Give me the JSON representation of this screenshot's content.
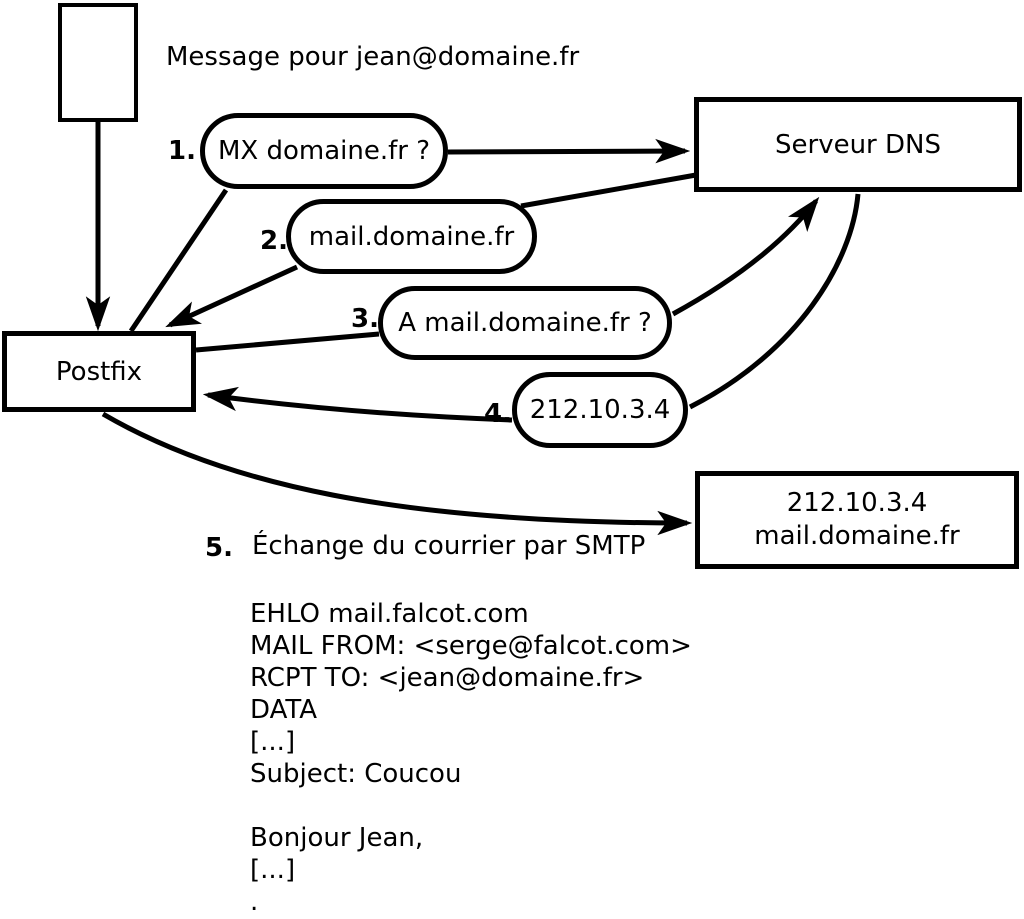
{
  "diagram": {
    "message_label": "Message pour jean@domaine.fr",
    "postfix_label": "Postfix",
    "dns_label": "Serveur DNS",
    "destination": {
      "ip": "212.10.3.4",
      "hostname": "mail.domaine.fr"
    },
    "steps": [
      {
        "number": "1.",
        "label": "MX domaine.fr ?"
      },
      {
        "number": "2.",
        "label": "mail.domaine.fr"
      },
      {
        "number": "3.",
        "label": "A mail.domaine.fr ?"
      },
      {
        "number": "4.",
        "label": "212.10.3.4"
      },
      {
        "number": "5.",
        "label": "Échange du courrier par SMTP"
      }
    ],
    "smtp_session": {
      "lines": [
        "EHLO mail.falcot.com",
        "MAIL FROM: <serge@falcot.com>",
        "RCPT TO: <jean@domaine.fr>",
        "DATA",
        "[...]",
        "Subject: Coucou",
        "",
        "Bonjour Jean,",
        "[...]",
        "."
      ]
    },
    "colors": {
      "stroke": "#000000",
      "background": "#ffffff"
    }
  }
}
